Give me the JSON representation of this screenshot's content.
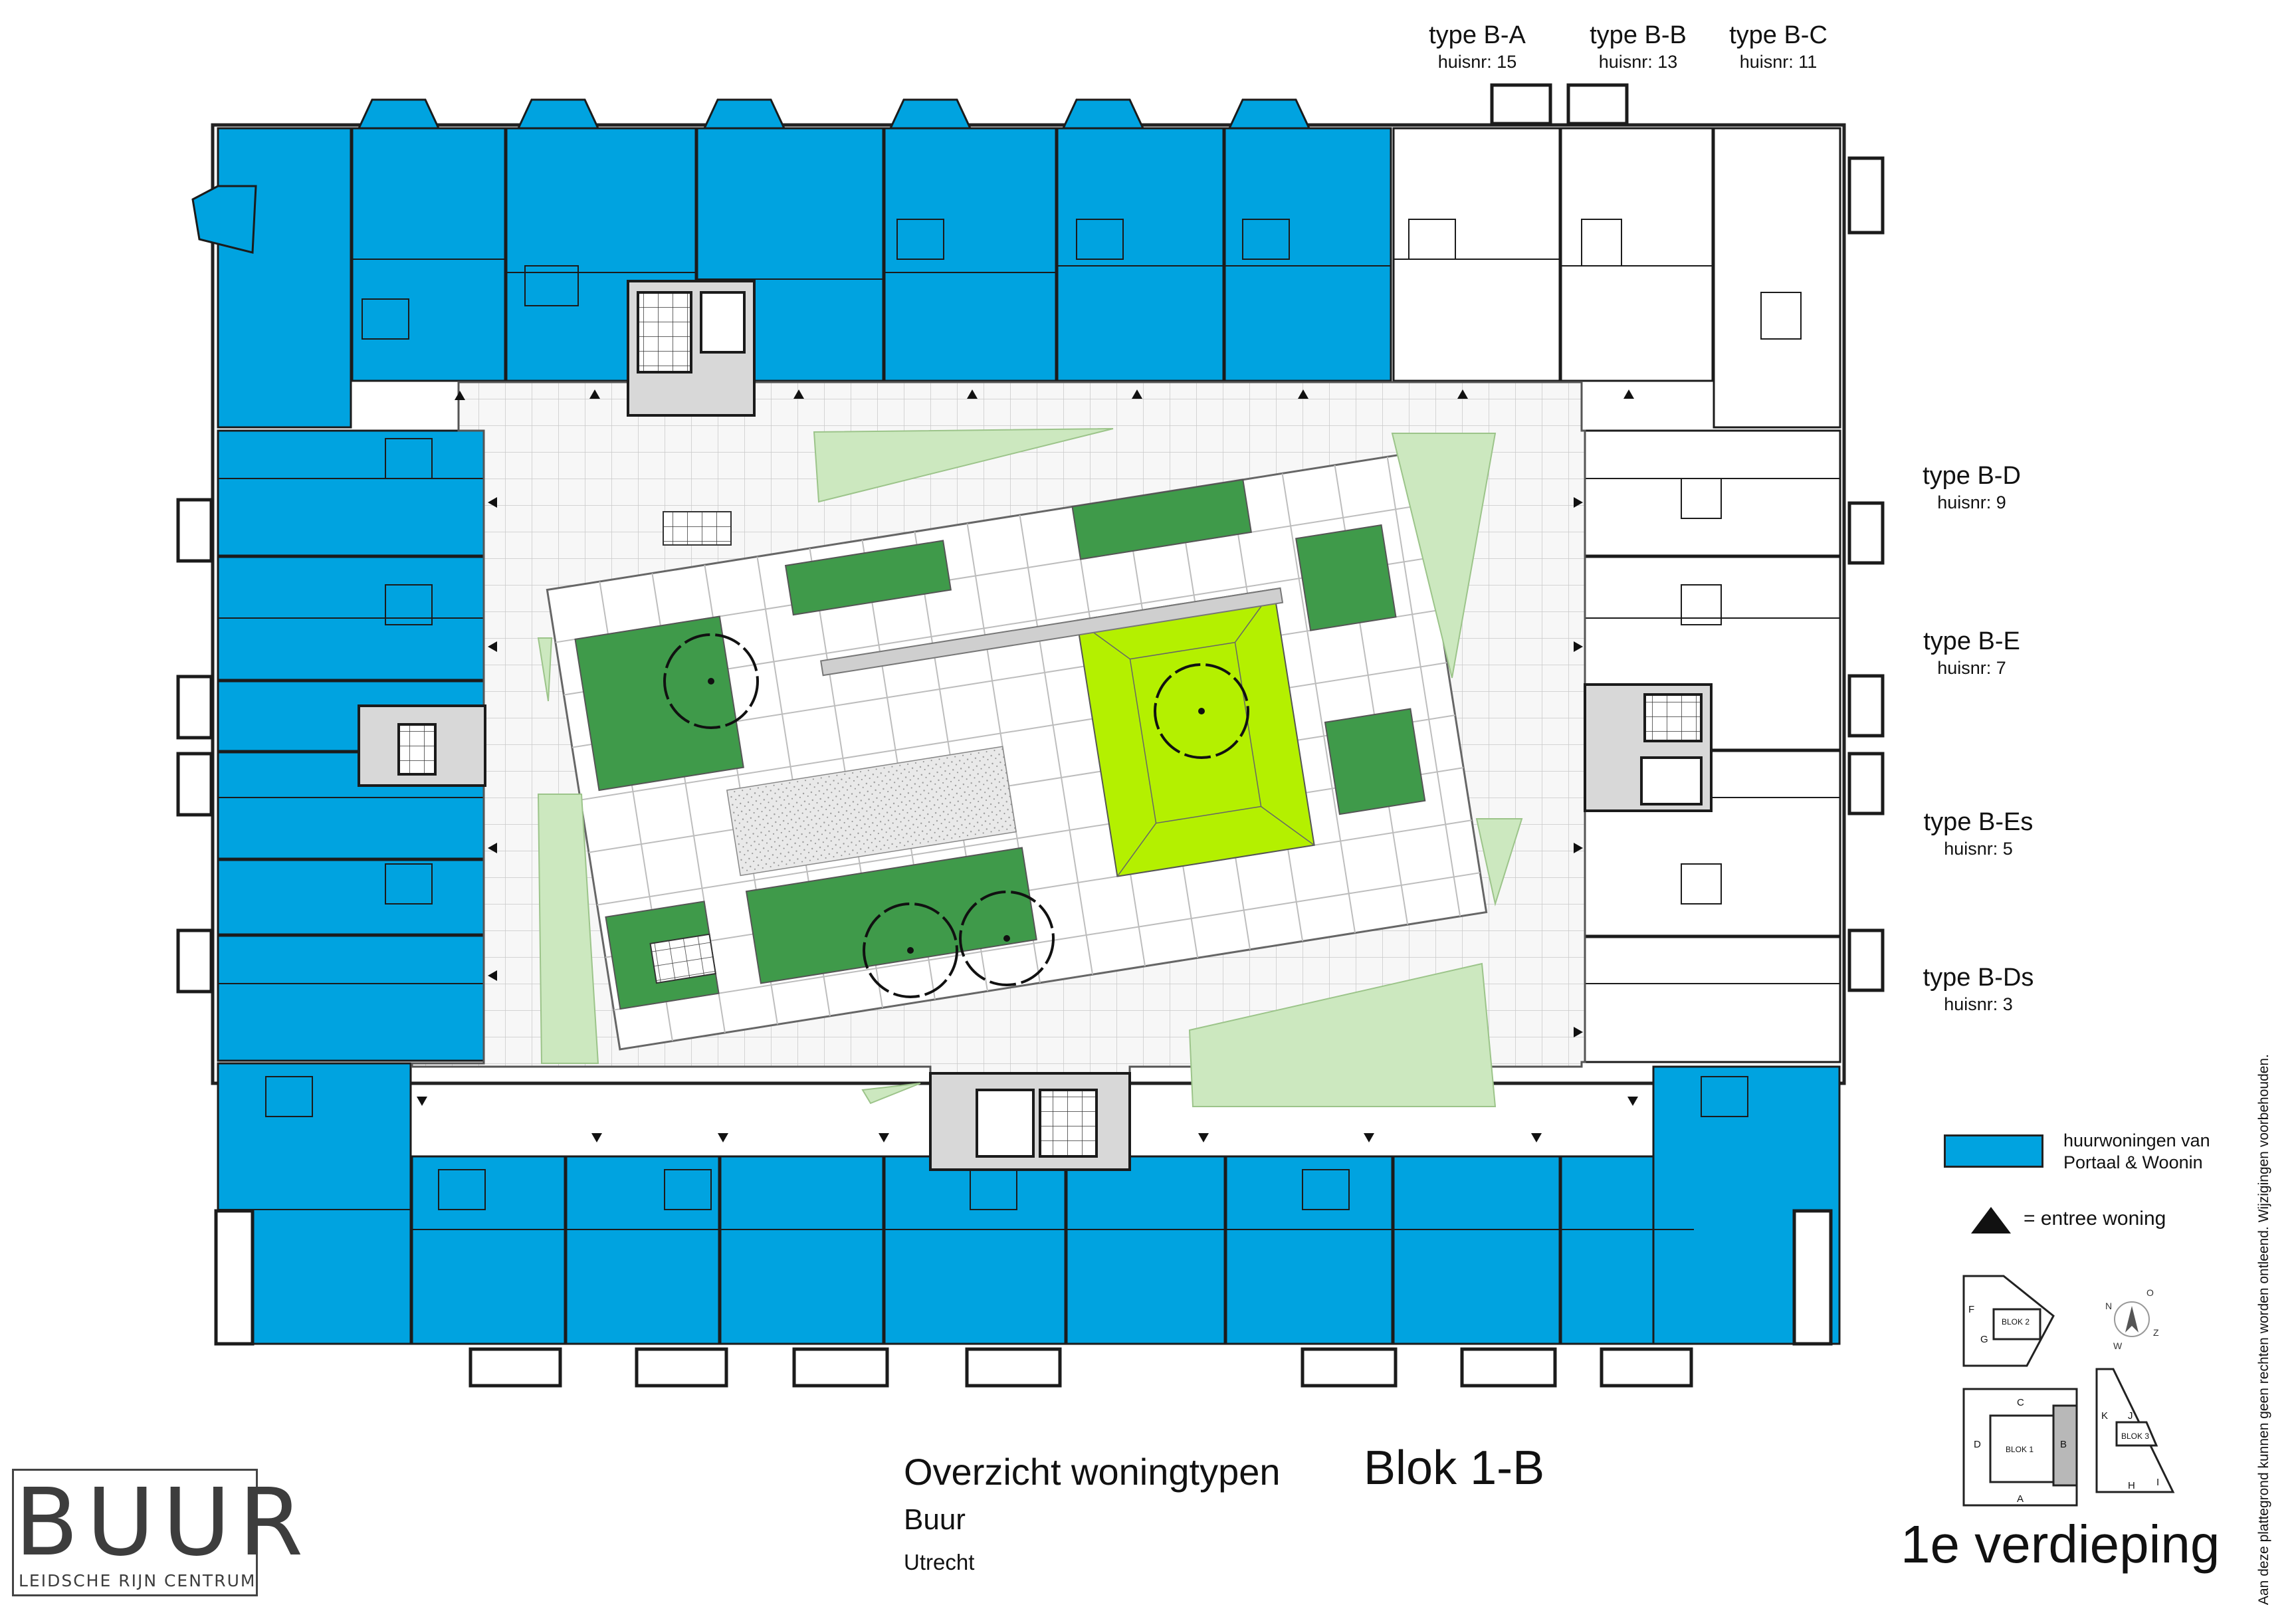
{
  "unit_types": [
    {
      "type": "type B-A",
      "huisnr": "huisnr: 15"
    },
    {
      "type": "type B-B",
      "huisnr": "huisnr: 13"
    },
    {
      "type": "type B-C",
      "huisnr": "huisnr: 11"
    },
    {
      "type": "type B-D",
      "huisnr": "huisnr: 9"
    },
    {
      "type": "type B-E",
      "huisnr": "huisnr: 7"
    },
    {
      "type": "type B-Es",
      "huisnr": "huisnr: 5"
    },
    {
      "type": "type B-Ds",
      "huisnr": "huisnr: 3"
    }
  ],
  "legend": {
    "rental_label": "huurwoningen van Portaal & Woonin",
    "rental_line1": "huurwoningen van",
    "rental_line2": "Portaal & Woonin",
    "rental_color": "#00a3e0",
    "entrance_label": "= entree woning"
  },
  "colors": {
    "rental": "#00a3e0",
    "courtyard_green": "#3f9a4a",
    "lawn_green": "#b4f000",
    "pale_green": "#cce8bf",
    "paving": "#f2f2f2",
    "stair_gray": "#cfcfcf"
  },
  "site_maps": {
    "blok1_letters": [
      "A",
      "B",
      "C",
      "D"
    ],
    "blok1_name": "BLOK 1",
    "blok2_letters": [
      "F",
      "G"
    ],
    "blok2_name": "BLOK 2",
    "blok3_letters": [
      "K",
      "J",
      "H",
      "I"
    ],
    "blok3_name": "BLOK 3",
    "compass_letters": [
      "N",
      "O",
      "Z",
      "W"
    ]
  },
  "logo": {
    "main": "BUUR",
    "sub": "LEIDSCHE RIJN CENTRUM"
  },
  "title": {
    "heading": "Overzicht woningtypen",
    "block": "Blok 1-B",
    "project": "Buur",
    "city": "Utrecht",
    "floor": "1e verdieping"
  },
  "disclaimer": "Aan deze plattegrond kunnen geen rechten worden ontleend. Wijzigingen voorbehouden."
}
